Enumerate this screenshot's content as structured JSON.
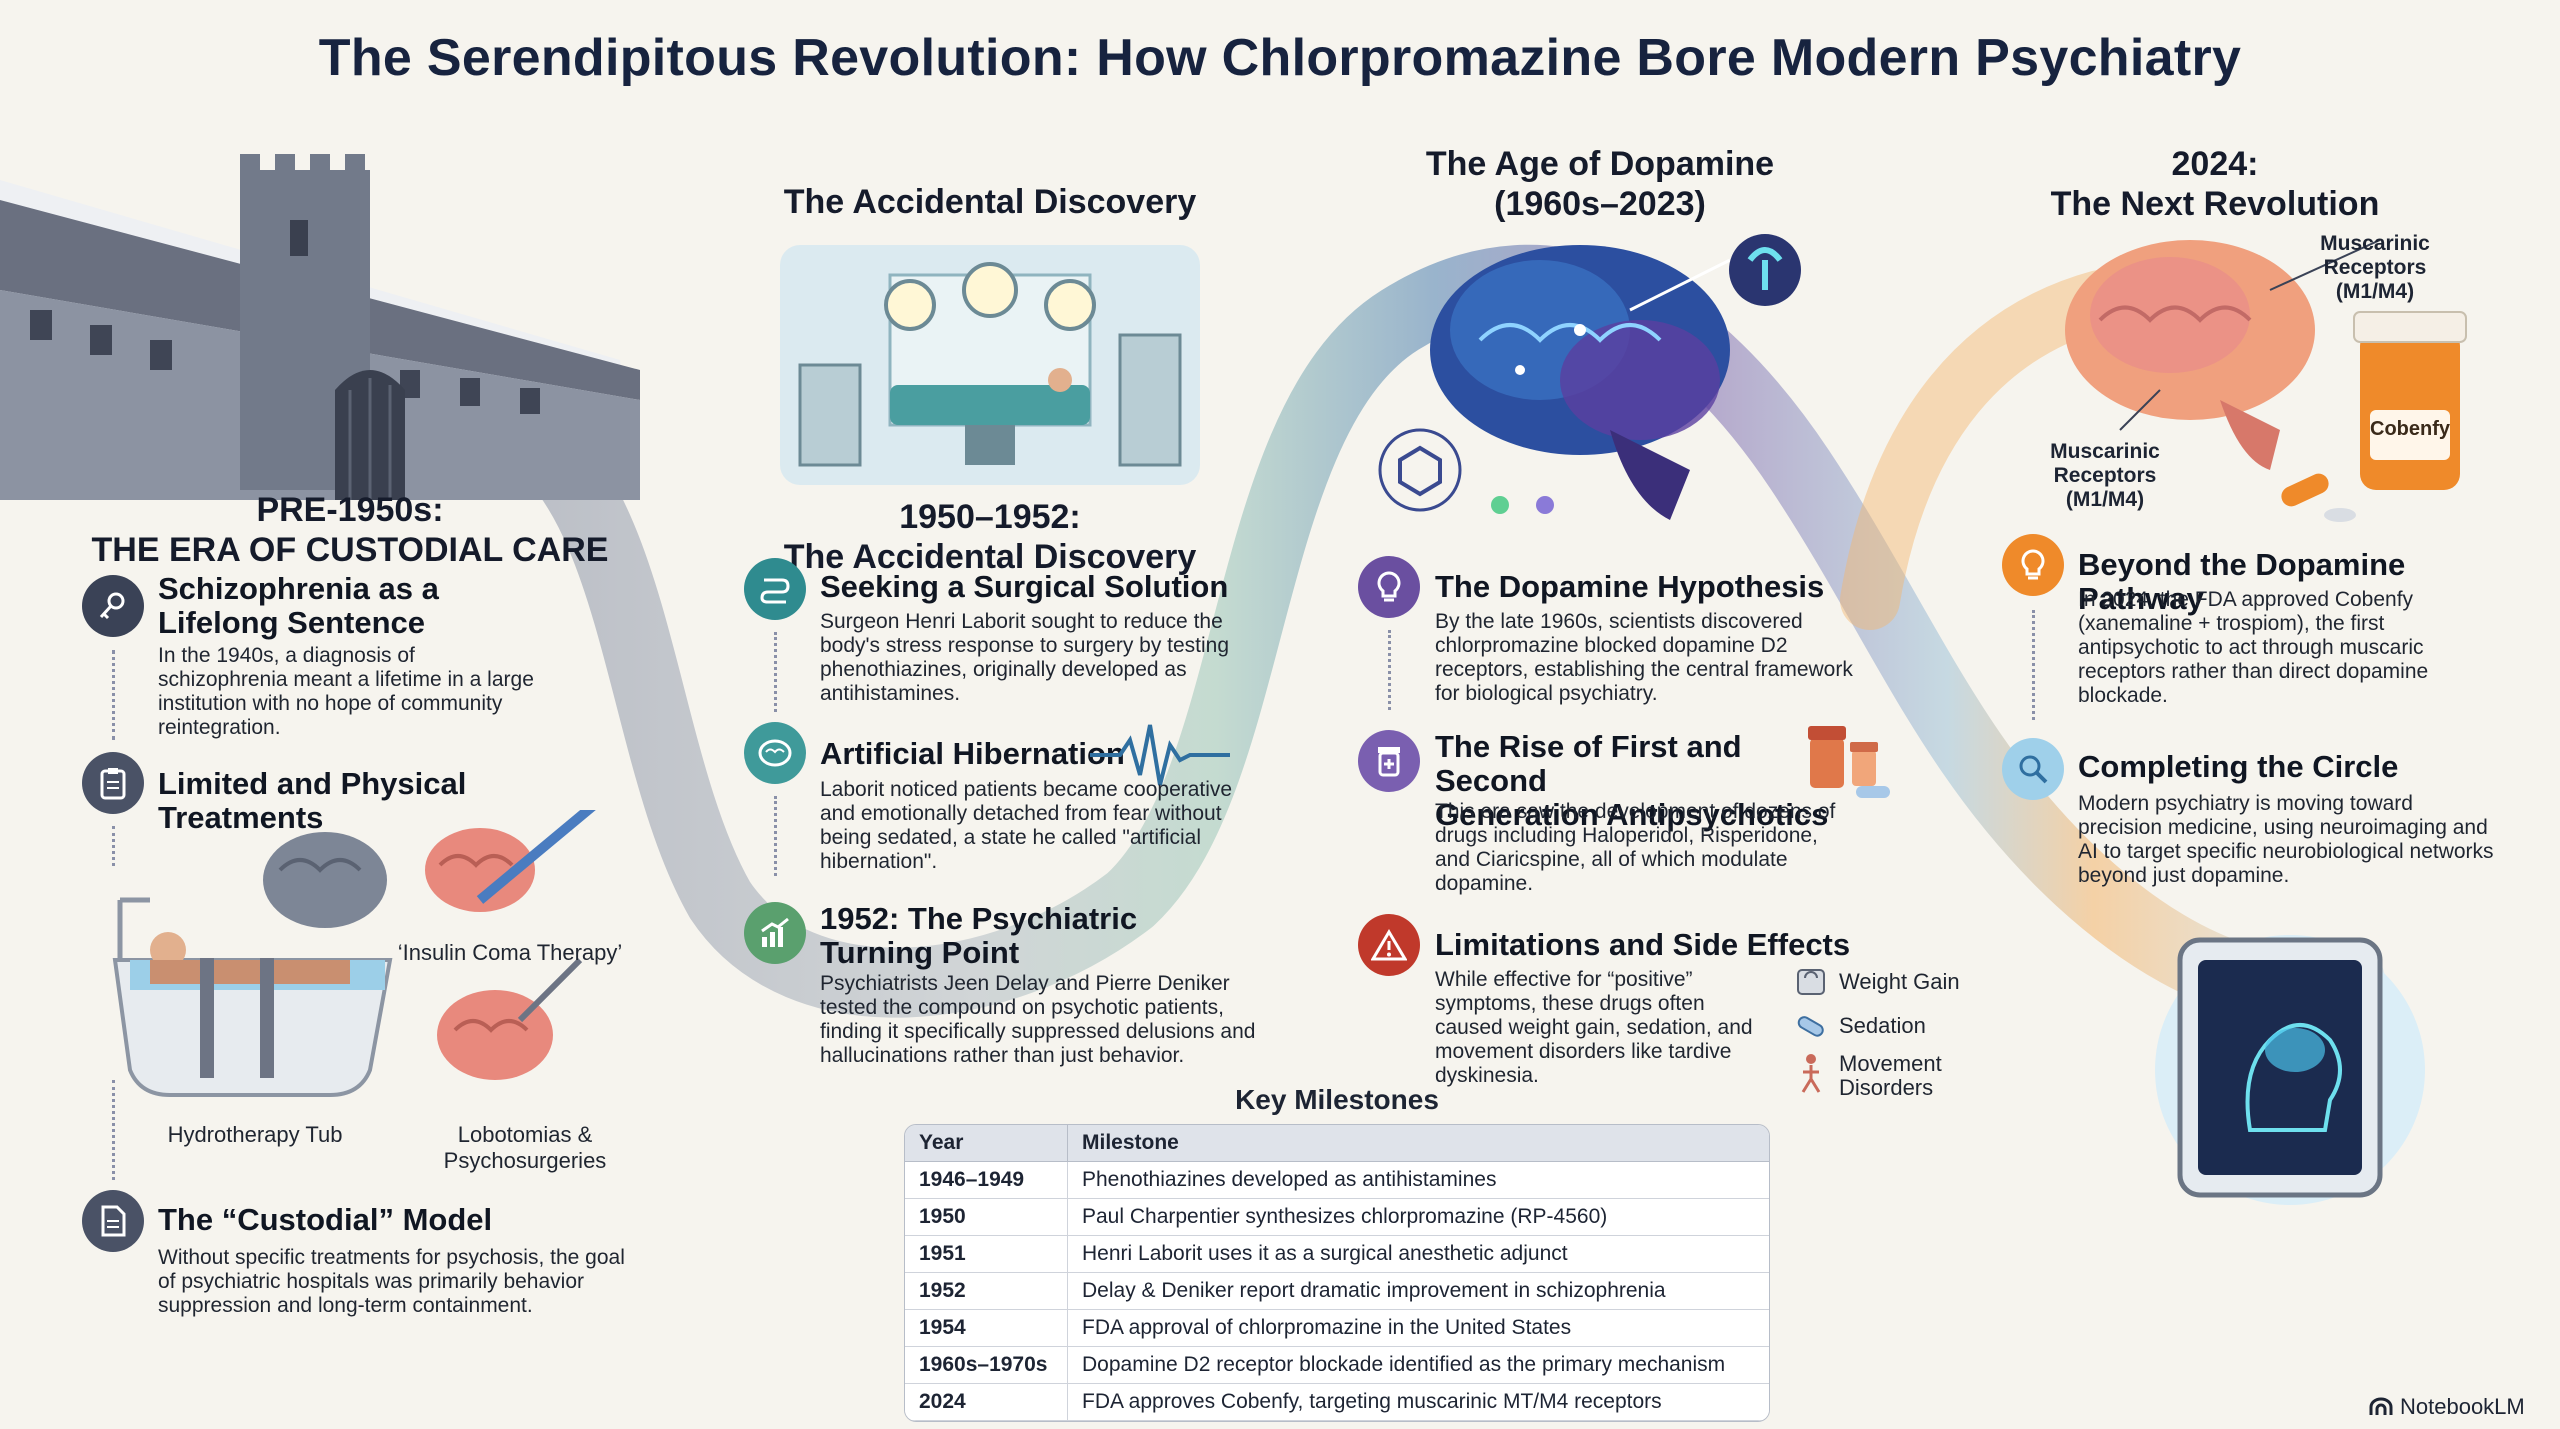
{
  "title": "The Serendipitous Revolution: How Chlorpromazine Bore Modern Psychiatry",
  "col1": {
    "head_line1": "PRE-1950s:",
    "head_line2": "THE ERA OF CUSTODIAL CARE",
    "sec1": {
      "title_line1": "Schizophrenia as a",
      "title_line2": "Lifelong Sentence",
      "body": "In the 1940s, a diagnosis of schizophrenia meant a lifetime in a large institution with no hope of community reintegration."
    },
    "sec2": {
      "title": "Limited and Physical Treatments"
    },
    "captions": {
      "insulin": "‘Insulin Coma Therapy’",
      "hydro": "Hydrotherapy Tub",
      "lobo_line1": "Lobotomias &",
      "lobo_line2": "Psychosurgeries"
    },
    "sec3": {
      "title": "The “Custodial” Model",
      "body": "Without specific treatments for psychosis, the goal of psychiatric hospitals was primarily behavior suppression and long-term containment."
    }
  },
  "col2": {
    "top_head": "The Accidental Discovery",
    "head_line1": "1950–1952:",
    "head_line2": "The Accidental Discovery",
    "sec1": {
      "title": "Seeking a Surgical Solution",
      "body": "Surgeon Henri Laborit sought to reduce the body's stress response to surgery by testing phenothiazines, originally developed as antihistamines."
    },
    "sec2": {
      "title": "Artificial Hibernation",
      "body": "Laborit noticed patients became cooperative and emotionally detached from fear without being sedated, a state he called \"artificial hibernation\"."
    },
    "sec3": {
      "title_line1": "1952: The Psychiatric",
      "title_line2": "Turning Point",
      "body": "Psychiatrists Jeen Delay and Pierre Deniker tested the compound on psychotic patients, finding it specifically suppressed delusions and hallucinations rather than just behavior."
    }
  },
  "col3": {
    "head_line1": "The Age of Dopamine",
    "head_line2": "(1960s–2023)",
    "sec1": {
      "title": "The Dopamine Hypothesis",
      "body": "By the late 1960s, scientists discovered chlorpromazine blocked dopamine D2 receptors, establishing the central framework for biological psychiatry."
    },
    "sec2": {
      "title_line1": "The Rise of First and Second",
      "title_line2": "Generation Antipsychotics",
      "body": "This era saw the development of dozens of drugs including Haloperidol, Risperidone, and Ciaricspine, all of which modulate dopamine."
    },
    "sec3": {
      "title": "Limitations and Side Effects",
      "body": "While effective for “positive” symptoms, these drugs often caused weight gain, sedation, and movement disorders like tardive dyskinesia."
    },
    "side_effects": {
      "weight": "Weight Gain",
      "sedation": "Sedation",
      "movement_line1": "Movement",
      "movement_line2": "Disorders"
    }
  },
  "col4": {
    "head_line1": "2024:",
    "head_line2": "The Next Revolution",
    "receptor_top": {
      "l1": "Muscarinic",
      "l2": "Receptors",
      "l3": "(M1/M4)"
    },
    "receptor_left": {
      "l1": "Muscarinic",
      "l2": "Receptors",
      "l3": "(M1/M4)"
    },
    "bottle_label": "Cobenfy",
    "sec1": {
      "title": "Beyond the Dopamine Pathway",
      "body": "In 2024, the FDA approved Cobenfy (xanemaline + trospiom), the first antipsychotic to act through muscaric receptors rather than direct dopamine blockade."
    },
    "sec2": {
      "title": "Completing the Circle",
      "body": "Modern psychiatry is moving toward precision medicine, using neuroimaging and AI to target specific neurobiological networks beyond just dopamine."
    }
  },
  "milestones": {
    "title": "Key Milestones",
    "headers": [
      "Year",
      "Milestone"
    ],
    "rows": [
      [
        "1946–1949",
        "Phenothiazines developed as antihistamines"
      ],
      [
        "1950",
        "Paul Charpentier synthesizes chlorpromazine (RP-4560)"
      ],
      [
        "1951",
        "Henri Laborit uses it as a surgical anesthetic adjunct"
      ],
      [
        "1952",
        "Delay & Deniker report dramatic improvement in schizophrenia"
      ],
      [
        "1954",
        "FDA approval of chlorpromazine in the United States"
      ],
      [
        "1960s–1970s",
        "Dopamine D2 receptor blockade identified as the primary mechanism"
      ],
      [
        "2024",
        "FDA approves Cobenfy, targeting muscarinic MT/M4 receptors"
      ]
    ]
  },
  "brand": "NotebookLM",
  "colors": {
    "accent_teal": "#2f8b8f",
    "accent_purple": "#6a4fa0",
    "accent_red": "#c0392b",
    "accent_orange": "#ef8a2a",
    "dark_icon": "#3a4256"
  }
}
